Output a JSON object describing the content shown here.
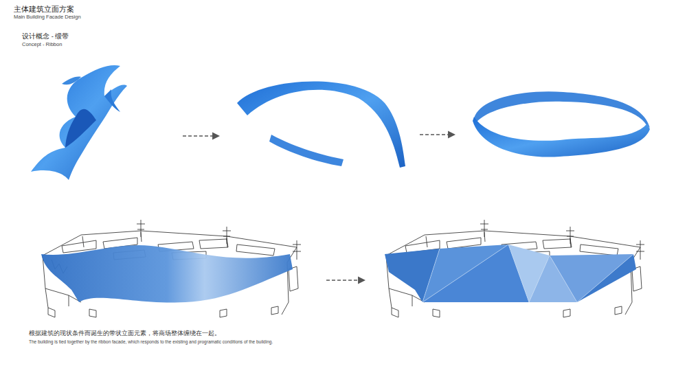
{
  "diagram": {
    "title": "主体建筑立面方案",
    "caption": "根据建筑的现状条件而诞生的带状立面元素，将商场整体缠绕在一起。",
    "labels": [
      "Main Building Facade Design",
      "设计概念 - 缎带",
      "Concept - Ribbon",
      "The building is tied together by the ribbon facade, which responds to the existing and programatic conditions of the building."
    ]
  }
}
